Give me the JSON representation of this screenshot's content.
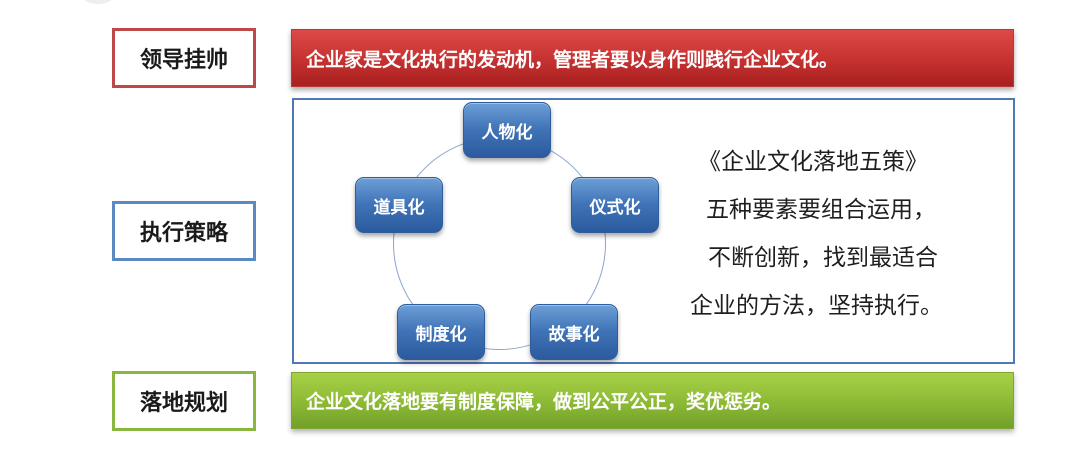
{
  "rows": {
    "leadership": {
      "label": "领导挂帅",
      "text": "企业家是文化执行的发动机，管理者要以身作则践行企业文化。"
    },
    "strategy": {
      "label": "执行策略",
      "cycle": [
        "人物化",
        "仪式化",
        "故事化",
        "制度化",
        "道具化"
      ],
      "text_lines": [
        "《企业文化落地五策》",
        "五种要素要组合运用，",
        "不断创新，找到最适合",
        "企业的方法，坚持执行。"
      ]
    },
    "planning": {
      "label": "落地规划",
      "text": "企业文化落地要有制度保障，做到公平公正，奖优惩劣。"
    }
  },
  "colors": {
    "leadership_accent": "#c43130",
    "strategy_accent": "#3f72b6",
    "planning_accent": "#8cb935"
  }
}
